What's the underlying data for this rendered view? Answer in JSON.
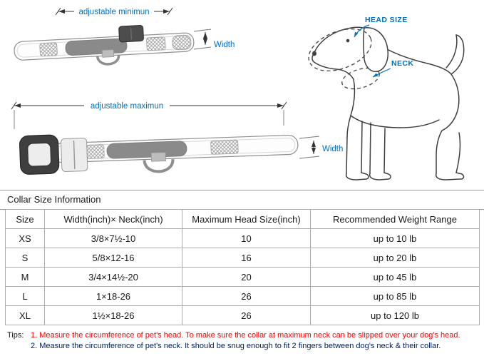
{
  "diagram": {
    "collar_min_label": "adjustable minimun",
    "collar_max_label": "adjustable maximun",
    "width_label_min": "Width",
    "width_label_max": "Width",
    "head_size_label": "HEAD SIZE",
    "neck_label": "NECK"
  },
  "colors": {
    "accent_blue": "#0070C0",
    "tip_red": "#FF0000",
    "tip_navy": "#002060"
  },
  "table": {
    "section_title": "Collar Size Information",
    "headers": [
      "Size",
      "Width(inch)× Neck(inch)",
      "Maximum Head Size(inch)",
      "Recommended Weight Range"
    ],
    "rows": [
      [
        "XS",
        "3/8×7½-10",
        "10",
        "up to 10 lb"
      ],
      [
        "S",
        "5/8×12-16",
        "16",
        "up to 20 lb"
      ],
      [
        "M",
        "3/4×14½-20",
        "20",
        "up to 45 lb"
      ],
      [
        "L",
        "1×18-26",
        "26",
        "up to 85 lb"
      ],
      [
        "XL",
        "1½×18-26",
        "26",
        "up to 120 lb"
      ]
    ]
  },
  "tips": {
    "label": "Tips:",
    "tip1": "1. Measure the circumference of pet's head.  To make sure the collar at maximum neck can be slipped over your dog's head.",
    "tip2": "2. Measure the circumference of pet's neck. It should be snug enough to fit 2 fingers between dog's neck & their collar."
  }
}
